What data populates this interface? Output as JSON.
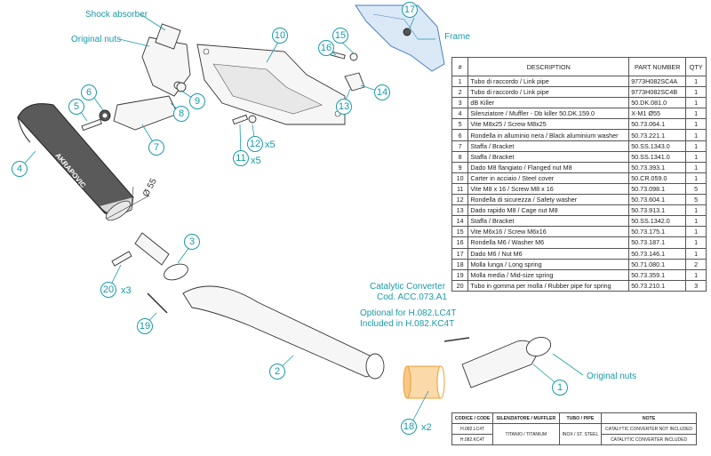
{
  "parts_table": {
    "headers": [
      "#",
      "DESCRIPTION",
      "PART NUMBER",
      "QTY"
    ],
    "rows": [
      {
        "n": "1",
        "desc": "Tubo di raccordo / Link pipe",
        "pn": "9773H082SC4A",
        "qty": "1"
      },
      {
        "n": "2",
        "desc": "Tubo di raccordo / Link pipe",
        "pn": "9773H082SC4B",
        "qty": "1"
      },
      {
        "n": "3",
        "desc": "dB Killer",
        "pn": "50.DK.081.0",
        "qty": "1"
      },
      {
        "n": "4",
        "desc": "Silenziatore / Muffler -  Db killer 50.DK.159.0",
        "pn": "X-M1  Ø55",
        "qty": "1"
      },
      {
        "n": "5",
        "desc": "Vite M8x25 / Screw M8x25",
        "pn": "50.73.064.1",
        "qty": "1"
      },
      {
        "n": "6",
        "desc": "Rondella in alluminio nera / Black aluminium washer",
        "pn": "50.73.221.1",
        "qty": "1"
      },
      {
        "n": "7",
        "desc": "Staffa / Bracket",
        "pn": "50.SS.1343.0",
        "qty": "1"
      },
      {
        "n": "8",
        "desc": "Staffa / Bracket",
        "pn": "50.SS.1341.0",
        "qty": "1"
      },
      {
        "n": "9",
        "desc": "Dado M8 flangiato / Flanged nut M8",
        "pn": "50.73.393.1",
        "qty": "1"
      },
      {
        "n": "10",
        "desc": "Carter in acciaio / Steel cover",
        "pn": "50.CR.059.0",
        "qty": "1"
      },
      {
        "n": "11",
        "desc": "Vite M8 x 16 / Screw M8 x 16",
        "pn": "50.73.098.1",
        "qty": "5"
      },
      {
        "n": "12",
        "desc": "Rondella di sicurezza / Safety washer",
        "pn": "50.73.604.1",
        "qty": "5"
      },
      {
        "n": "13",
        "desc": "Dado rapido M8 / Cage nut M8",
        "pn": "50.73.913.1",
        "qty": "1"
      },
      {
        "n": "14",
        "desc": "Staffa / Bracket",
        "pn": "50.SS.1342.0",
        "qty": "1"
      },
      {
        "n": "15",
        "desc": "Vite M6x16 / Screw M6x16",
        "pn": "50.73.175.1",
        "qty": "1"
      },
      {
        "n": "16",
        "desc": "Rondella M6 / Washer M6",
        "pn": "50.73.187.1",
        "qty": "1"
      },
      {
        "n": "17",
        "desc": "Dado M6 / Nut M6",
        "pn": "50.73.146.1",
        "qty": "1"
      },
      {
        "n": "18",
        "desc": "Molla lunga / Long spring",
        "pn": "50.71.080.1",
        "qty": "2"
      },
      {
        "n": "19",
        "desc": "Molla media / Mid-size spring",
        "pn": "50.73.359.1",
        "qty": "1"
      },
      {
        "n": "20",
        "desc": "Tubo in gomma per molla / Rubber pipe for spring",
        "pn": "50.73.210.1",
        "qty": "3"
      }
    ]
  },
  "code_table": {
    "headers": [
      "CODICE / CODE",
      "SILENZIATORE / MUFFLER",
      "TUBO / PIPE",
      "NOTE"
    ],
    "rows": [
      {
        "code": "H.082.LC4T",
        "muffler": "TITANIO / TITANIUM",
        "pipe": "INOX / ST. STEEL",
        "note": "CATALYTIC CONVERTER NOT INCLUDED"
      },
      {
        "code": "H.082.KC4T",
        "note": "CATALYTIC CONVERTER INCLUDED"
      }
    ]
  },
  "callouts": {
    "shock_absorber": "Shock absorber",
    "original_nuts_top": "Original nuts",
    "frame": "Frame",
    "original_nuts_bottom": "Original nuts",
    "catalytic_line1": "Catalytic Converter",
    "catalytic_line2": "Cod. ACC.073.A1",
    "catalytic_line3": "Optional for H.082.LC4T",
    "catalytic_line4": "Included in H.082.KC4T"
  },
  "part_numbers": {
    "n1": "1",
    "n2": "2",
    "n3": "3",
    "n4": "4",
    "n5": "5",
    "n6": "6",
    "n7": "7",
    "n8": "8",
    "n9": "9",
    "n10": "10",
    "n11": "11",
    "n12": "12",
    "n13": "13",
    "n14": "14",
    "n15": "15",
    "n16": "16",
    "n17": "17",
    "n18": "18",
    "n19": "19",
    "n20": "20"
  },
  "quantities": {
    "q11": "x5",
    "q12": "x5",
    "q18": "x2",
    "q20": "x3"
  },
  "dimension": "Ø 55",
  "muffler_brand": "AKRAPOVIC",
  "colors": {
    "accent": "#1a9aa8",
    "catalytic": "#f0a030",
    "frame": "#dbe9f7"
  }
}
